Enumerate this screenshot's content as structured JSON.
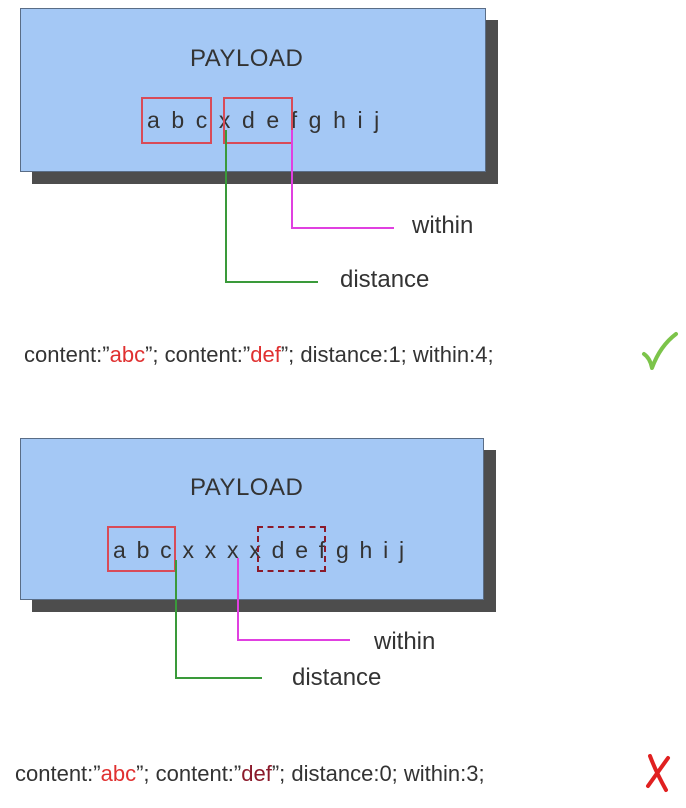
{
  "colors": {
    "box_fill": "#a4c8f5",
    "shadow": "#4d4d4d",
    "highlight_red": "#d84b58",
    "highlight_maroon": "#8b1a2b",
    "distance_line": "#3a9a3a",
    "within_line": "#e040e0",
    "content_red": "#e03030",
    "check_green": "#7cc44a",
    "cross_red": "#e02020"
  },
  "examples": [
    {
      "payload_label": "PAYLOAD",
      "payload_letters": "a b c x d e f g h i j",
      "within_label": "within",
      "distance_label": "distance",
      "rule": {
        "prefix": "content:”",
        "content1": "abc",
        "mid": "”; content:”",
        "content2": "def",
        "suffix": "”; distance:1; within:4;"
      },
      "result": "match",
      "result_icon": "checkmark-icon"
    },
    {
      "payload_label": "PAYLOAD",
      "payload_letters": "a b c x x x x d e f g h i j",
      "within_label": "within",
      "distance_label": "distance",
      "rule": {
        "prefix": "content:”",
        "content1": "abc",
        "mid": "”; content:”",
        "content2": "def",
        "suffix": "”; distance:0; within:3;"
      },
      "result": "no match",
      "result_icon": "cross-icon"
    }
  ]
}
